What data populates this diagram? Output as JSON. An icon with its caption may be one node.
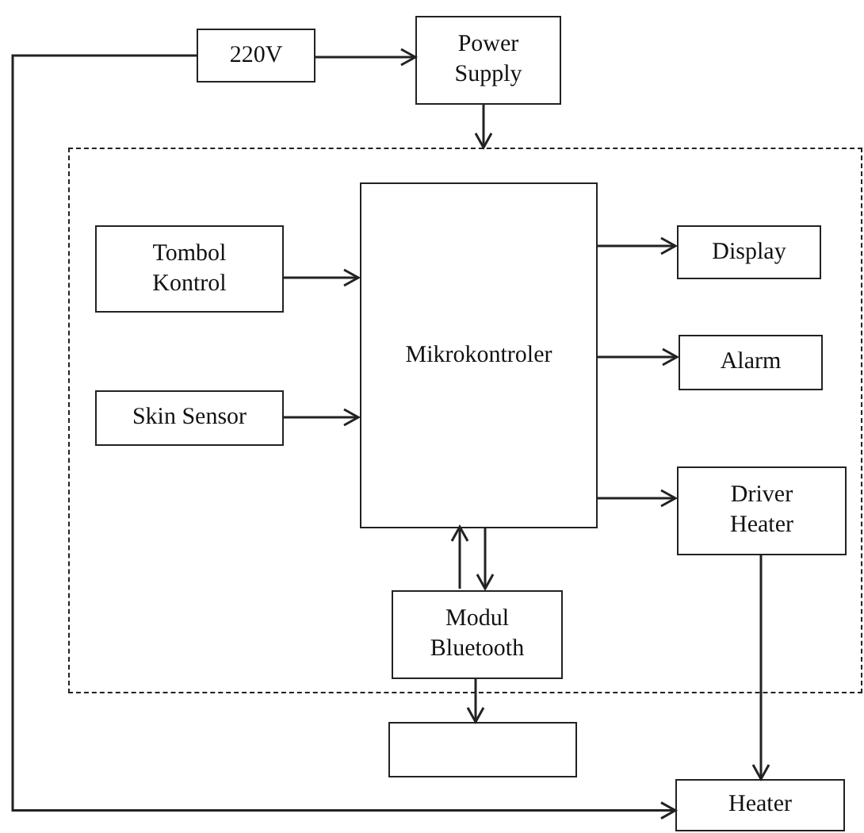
{
  "diagram": {
    "nodes": [
      {
        "text": [
          "220V"
        ]
      },
      {
        "text": [
          "Power Supply"
        ]
      },
      {
        "text": [],
        "shape": "box"
      },
      {
        "text": [
          "Tombol Kontrol"
        ],
        "in": 2
      },
      {
        "text": [
          "Skin Sensor"
        ],
        "in": 2
      },
      {
        "text": [
          "Mikrokontroler"
        ],
        "in": 2
      },
      {
        "text": [
          "Display"
        ],
        "in": 2
      },
      {
        "text": [
          "Alarm"
        ],
        "in": 2
      },
      {
        "text": [
          "Driver Heater"
        ],
        "in": 2
      },
      {
        "text": [
          "Modul Bluetooth"
        ],
        "in": 2
      },
      {
        "text": [],
        "shape": "box"
      },
      {
        "text": [
          "Heater"
        ]
      }
    ],
    "edges": [
      {
        "from": 0,
        "to": 1,
        "arrow": "to"
      },
      {
        "from": 1,
        "to": 2,
        "arrow": "to"
      },
      {
        "from": 3,
        "to": 5,
        "arrow": "to"
      },
      {
        "from": 4,
        "to": 5,
        "arrow": "to"
      },
      {
        "from": 5,
        "to": 6,
        "arrow": "to"
      },
      {
        "from": 5,
        "to": 7,
        "arrow": "to"
      },
      {
        "from": 5,
        "to": 8,
        "arrow": "to"
      },
      {
        "from": 9,
        "to": 5,
        "arrow": "to"
      },
      {
        "from": 5,
        "to": 9,
        "arrow": "to"
      },
      {
        "from": 9,
        "to": 10,
        "arrow": "to"
      },
      {
        "from": 8,
        "to": 11,
        "arrow": "to"
      },
      {
        "from": 0,
        "to": 11,
        "arrow": "to"
      }
    ]
  }
}
